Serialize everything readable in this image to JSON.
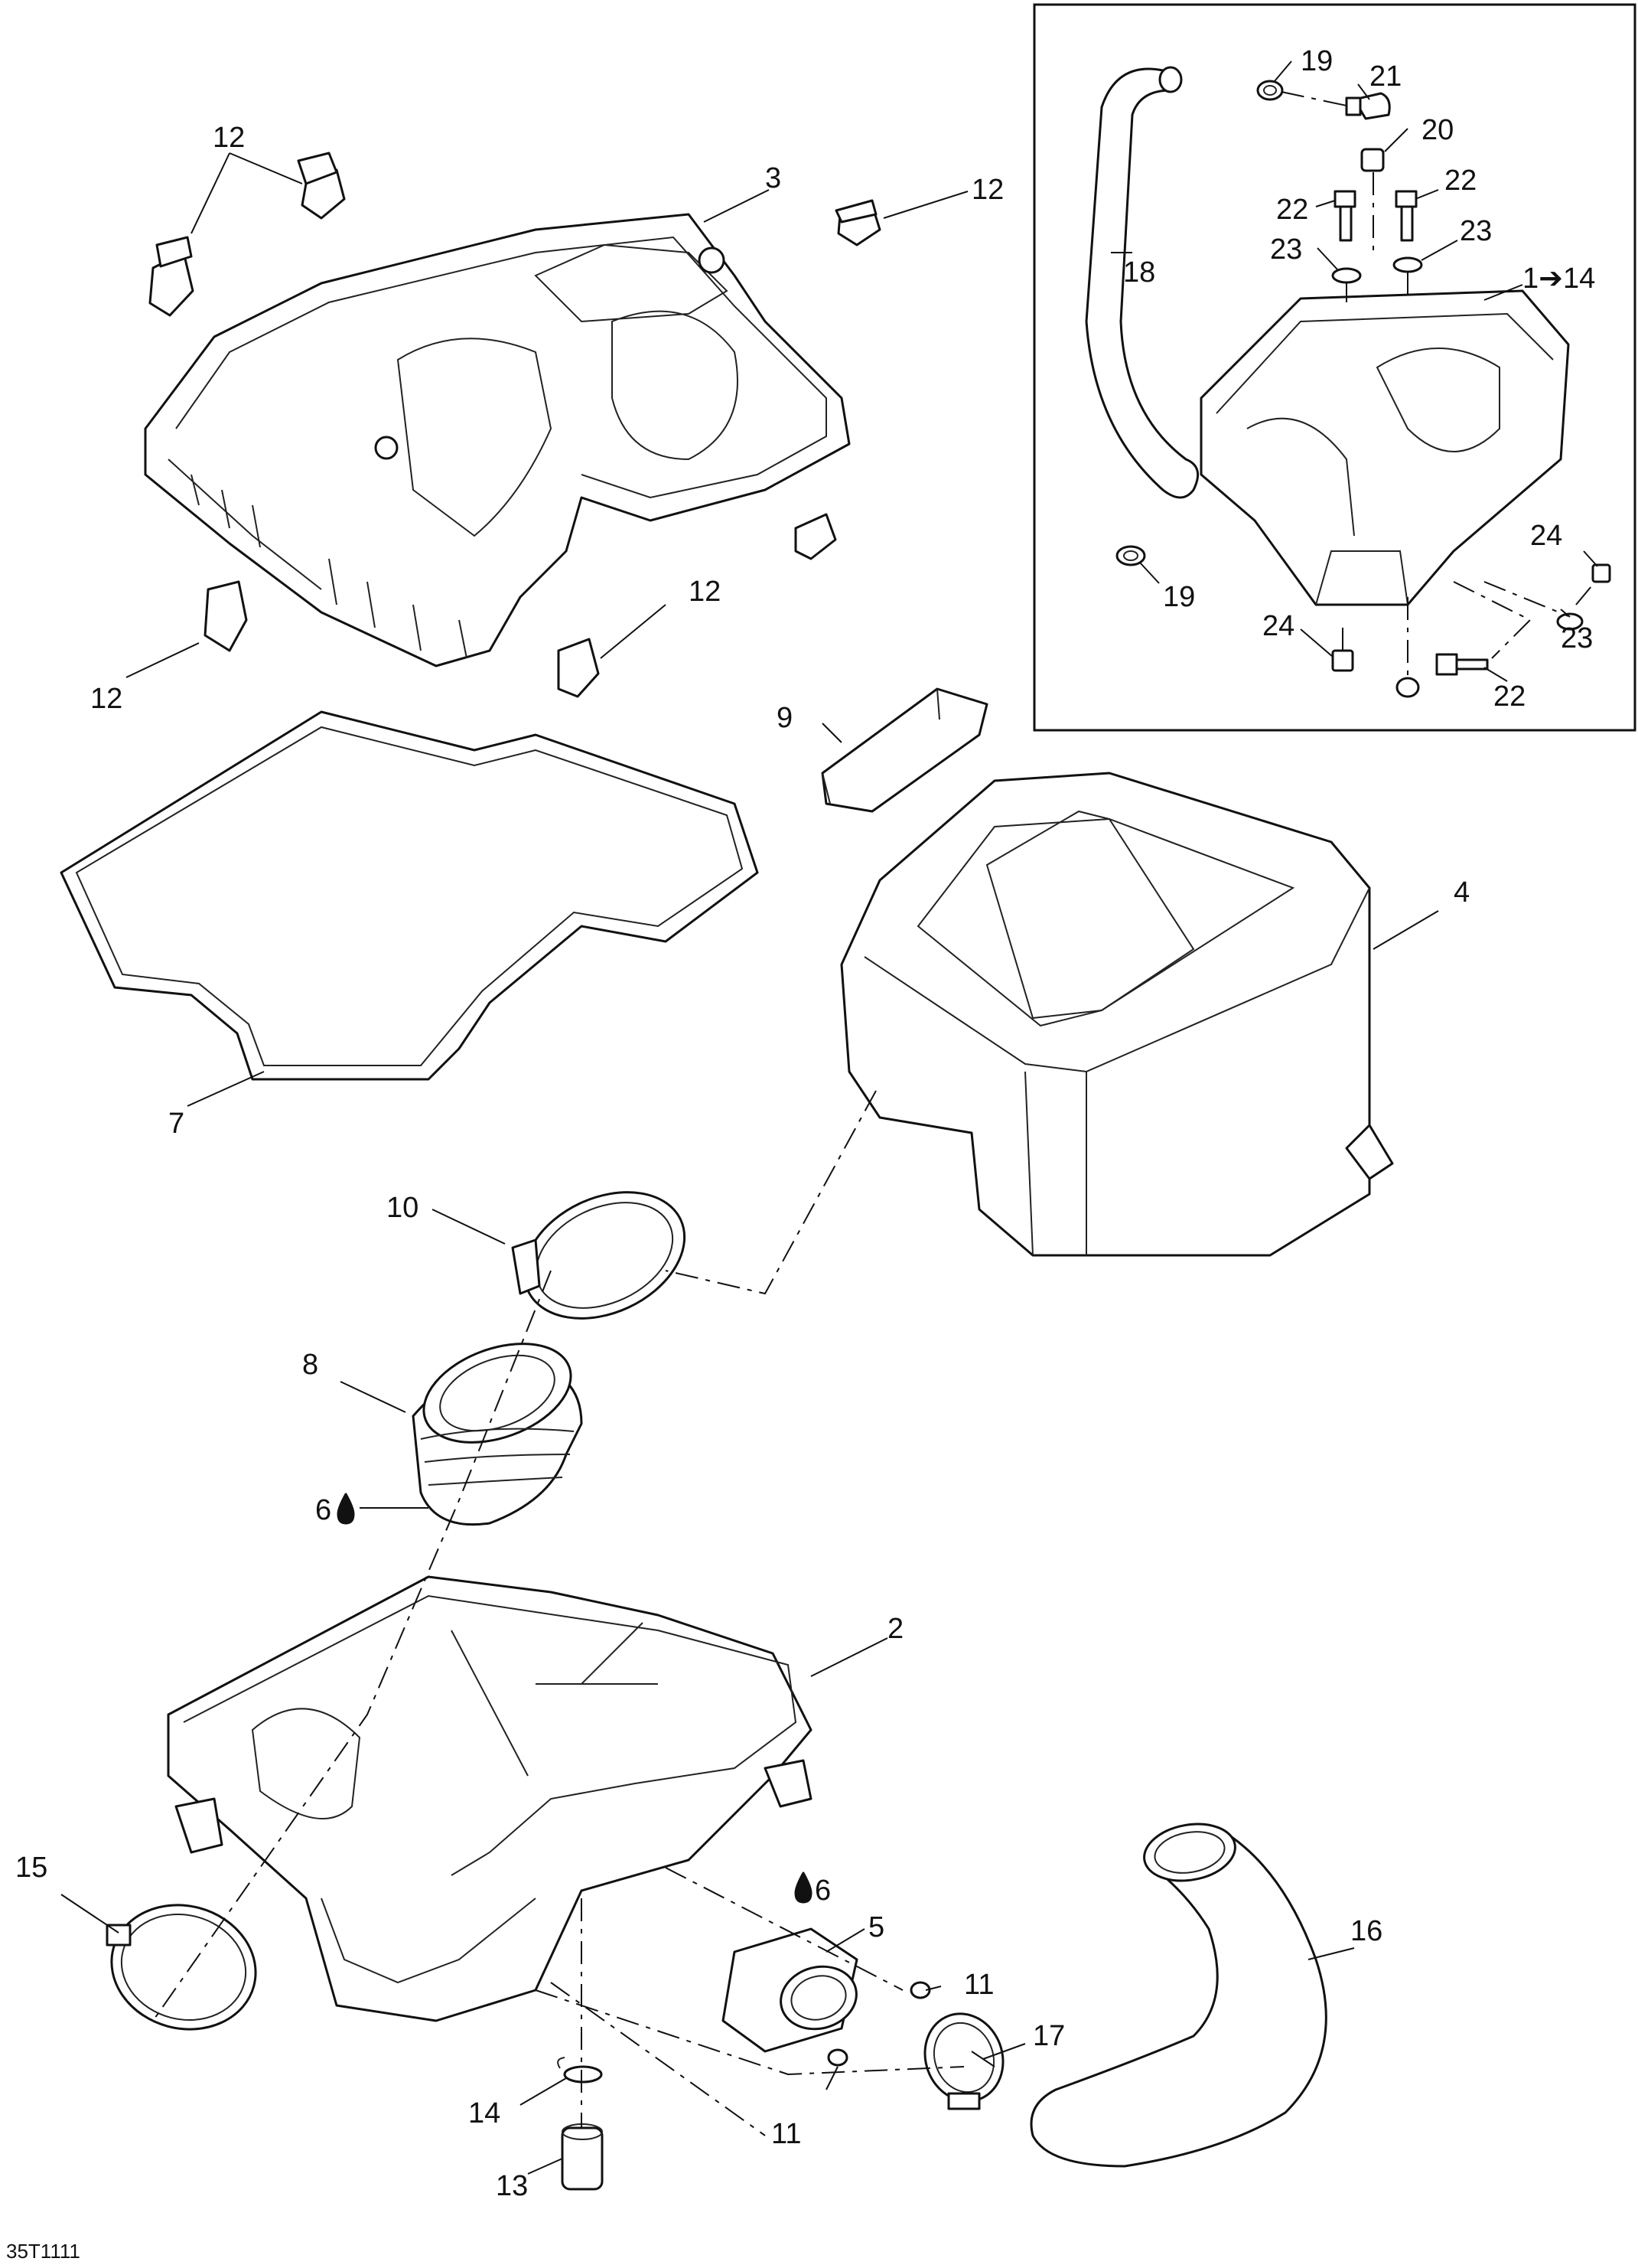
{
  "diagram_code": "35T1111",
  "callouts": {
    "c1_14": "1➔14",
    "c2": "2",
    "c3": "3",
    "c4": "4",
    "c5": "5",
    "c6": "6",
    "c7": "7",
    "c8": "8",
    "c9": "9",
    "c10": "10",
    "c11": "11",
    "c12": "12",
    "c13": "13",
    "c14": "14",
    "c15": "15",
    "c16": "16",
    "c17": "17",
    "c18": "18",
    "c19": "19",
    "c20": "20",
    "c21": "21",
    "c22": "22",
    "c23": "23",
    "c24": "24"
  },
  "icons": {
    "lubricant": "drop-icon"
  }
}
